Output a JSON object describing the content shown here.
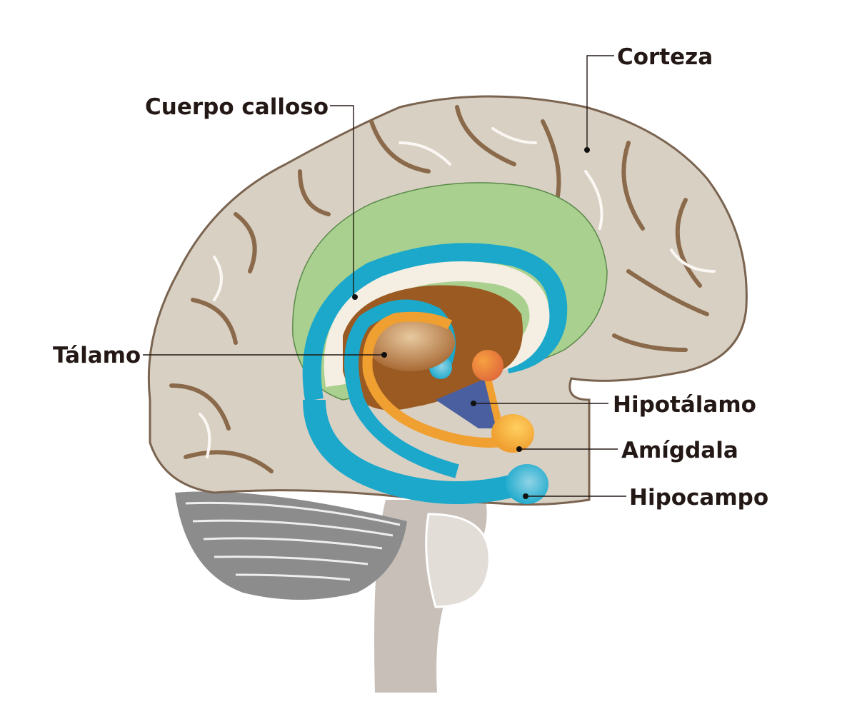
{
  "labels": {
    "corteza": "Corteza",
    "cuerpo_calloso": "Cuerpo calloso",
    "talamo": "Tálamo",
    "hipotalamo": "Hipotálamo",
    "amigdala": "Amígdala",
    "hipocampo": "Hipocampo"
  },
  "colors": {
    "cortex": "#d9d0c4",
    "cingulate": "#a9d08e",
    "fornix_blue": "#1ba8cb",
    "corpus_callosum": "#f5efe3",
    "thalamus_region": "#9a5a22",
    "amygdala_orange": "#f0a030",
    "hypothalamus": "#4a5fa0",
    "cerebellum": "#8c8c8c",
    "brainstem": "#c8c0b8"
  }
}
